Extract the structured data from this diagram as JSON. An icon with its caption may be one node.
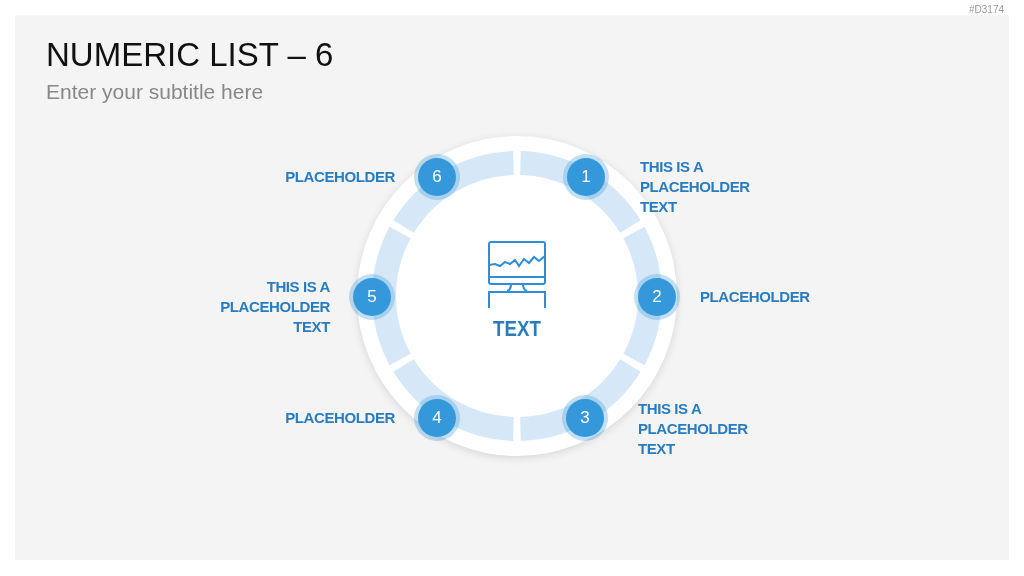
{
  "diagram": {
    "title": "NUMERIC LIST – 6",
    "nodes": [
      {
        "text": [
          "TEXT"
        ]
      },
      {
        "text": [
          "1"
        ],
        "in": 0,
        "beside": [
          "THIS IS A PLACEHOLDER TEXT"
        ]
      },
      {
        "text": [
          "2"
        ],
        "in": 0,
        "beside": [
          "PLACEHOLDER"
        ]
      },
      {
        "text": [
          "3"
        ],
        "in": 0,
        "beside": [
          "THIS IS A PLACEHOLDER TEXT"
        ]
      },
      {
        "text": [
          "4"
        ],
        "in": 0,
        "beside": [
          "PLACEHOLDER"
        ]
      },
      {
        "text": [
          "5"
        ],
        "in": 0,
        "beside": [
          "THIS IS A PLACEHOLDER TEXT"
        ]
      },
      {
        "text": [
          "6"
        ],
        "in": 0,
        "beside": [
          "PLACEHOLDER"
        ]
      }
    ],
    "labels": [
      "#D3174",
      "Enter your subtitle here"
    ]
  }
}
